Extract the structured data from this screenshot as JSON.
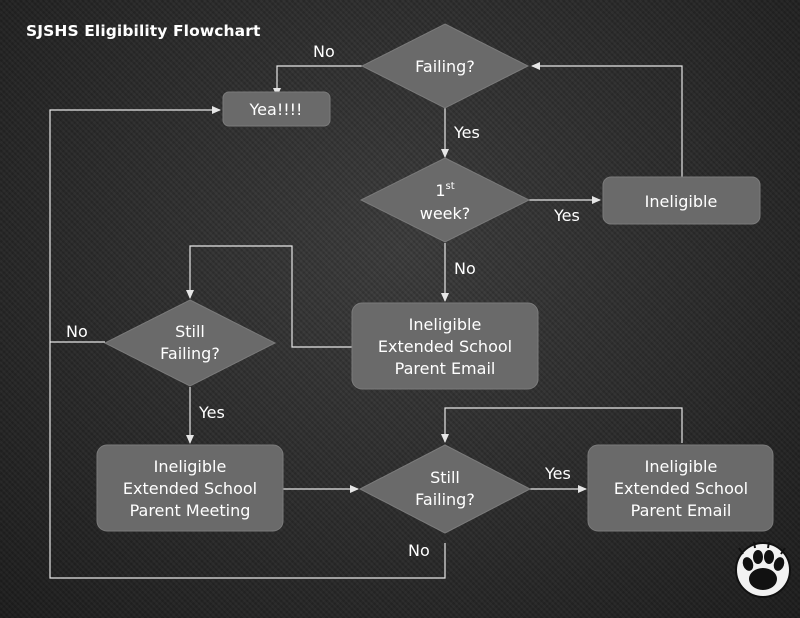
{
  "title": "SJSHS Eligibility Flowchart",
  "nodes": {
    "failing": "Failing?",
    "yea": "Yea!!!!",
    "first_week": {
      "num": "1",
      "sup": "st",
      "word": "week?"
    },
    "ineligible_top": "Ineligible",
    "email_mid": [
      "Ineligible",
      "Extended School",
      "Parent Email"
    ],
    "still_failing_left": [
      "Still",
      "Failing?"
    ],
    "meeting": [
      "Ineligible",
      "Extended School",
      "Parent Meeting"
    ],
    "still_failing_bottom": [
      "Still",
      "Failing?"
    ],
    "email_right": [
      "Ineligible",
      "Extended School",
      "Parent Email"
    ]
  },
  "edge_labels": {
    "failing_no": "No",
    "failing_yes": "Yes",
    "week_yes": "Yes",
    "week_no": "No",
    "still_left_no": "No",
    "still_left_yes": "Yes",
    "still_bottom_yes": "Yes",
    "still_bottom_no": "No"
  },
  "logo": {
    "icon": "paw-print-icon"
  },
  "colors": {
    "node_fill": "#6a6a6a",
    "line": "#e6e6e6",
    "text": "#ffffff"
  }
}
